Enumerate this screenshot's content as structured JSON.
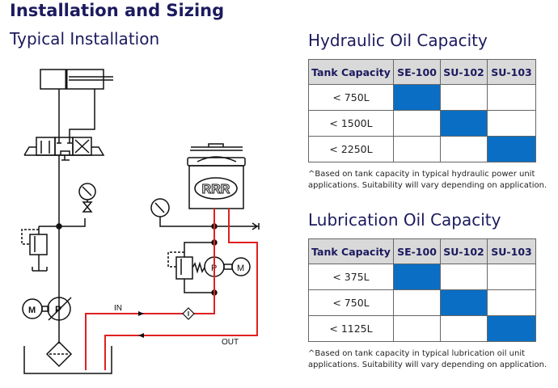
{
  "title": "Installation and Sizing",
  "installation": {
    "heading": "Typical Installation",
    "labels": {
      "in": "IN",
      "out": "OUT",
      "pump": "P",
      "motor": "M",
      "logo": "RRR"
    },
    "colors": {
      "line": "#111111",
      "oil_circuit": "#e02020"
    }
  },
  "tables": [
    {
      "heading": "Hydraulic Oil Capacity",
      "columns": [
        "Tank Capacity",
        "SE-100",
        "SU-102",
        "SU-103"
      ],
      "rows": [
        {
          "label": "< 750L",
          "match": 1
        },
        {
          "label": "< 1500L",
          "match": 2
        },
        {
          "label": "< 2250L",
          "match": 3
        }
      ],
      "note": "^Based on tank capacity in typical hydraulic power unit applications. Suitability will vary depending on application."
    },
    {
      "heading": "Lubrication Oil Capacity",
      "columns": [
        "Tank Capacity",
        "SE-100",
        "SU-102",
        "SU-103"
      ],
      "rows": [
        {
          "label": "< 375L",
          "match": 1
        },
        {
          "label": "< 750L",
          "match": 2
        },
        {
          "label": "< 1125L",
          "match": 3
        }
      ],
      "note": "^Based on tank capacity in typical lubrication oil unit applications. Suitability will vary depending on application."
    }
  ],
  "colors": {
    "heading": "#1c1a5e",
    "match_cell": "#0a6fc4",
    "header_bg": "#d9d9d9"
  }
}
